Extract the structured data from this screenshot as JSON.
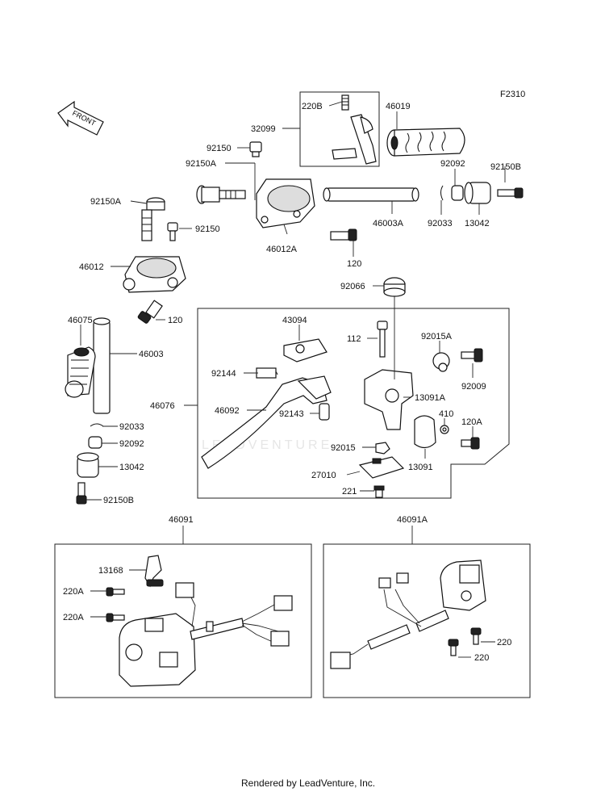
{
  "diagram_code": "F2310",
  "front_label": "FRONT",
  "watermark": "LEADVENTURE",
  "footer": "Rendered by LeadVenture, Inc.",
  "parts": {
    "p220B": "220B",
    "p46019": "46019",
    "p32099": "32099",
    "p92150_top": "92150",
    "p92150A_top": "92150A",
    "p92092_top": "92092",
    "p92150B_top": "92150B",
    "p92150A_left": "92150A",
    "p92150_left": "92150",
    "p46003A": "46003A",
    "p92033_top": "92033",
    "p13042_top": "13042",
    "p46012A": "46012A",
    "p46012": "46012",
    "p120_top": "120",
    "p92066": "92066",
    "p120_left": "120",
    "p46075": "46075",
    "p43094": "43094",
    "p112": "112",
    "p92015A": "92015A",
    "p46003": "46003",
    "p92144": "92144",
    "p92009": "92009",
    "p46076": "46076",
    "p46092": "46092",
    "p92143": "92143",
    "p13091A": "13091A",
    "p410": "410",
    "p120A": "120A",
    "p92033_left": "92033",
    "p92092_left": "92092",
    "p92015": "92015",
    "p13091": "13091",
    "p13042_left": "13042",
    "p27010": "27010",
    "p221": "221",
    "p92150B_left": "92150B",
    "p46091": "46091",
    "p46091A": "46091A",
    "p13168": "13168",
    "p220A_1": "220A",
    "p220A_2": "220A",
    "p220_1": "220",
    "p220_2": "220"
  }
}
